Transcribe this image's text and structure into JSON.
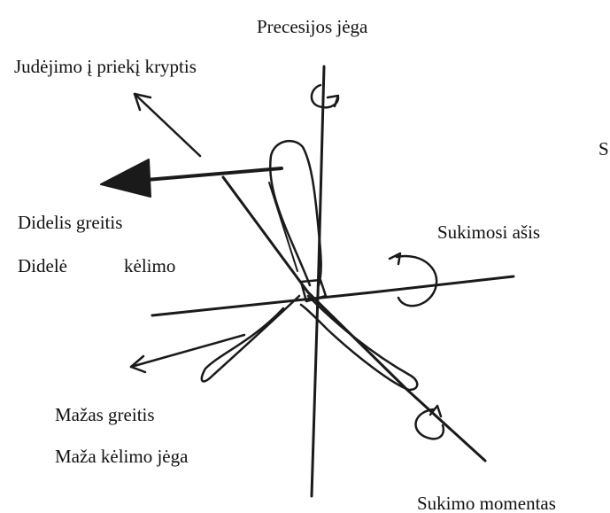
{
  "labels": {
    "precession_force": "Precesijos jėga",
    "forward_direction": "Judėjimo į priekį kryptis",
    "edge_fragment": "S",
    "high_speed": "Didelis greitis",
    "high_lift": "Didelė",
    "high_lift_tail": "kėlimo",
    "rotation_axis": "Sukimosi ašis",
    "low_speed": "Mažas greitis",
    "low_lift": "Maža kėlimo jėga",
    "torque": "Sukimo momentas"
  },
  "colors": {
    "ink": "#1a1a1a",
    "background": "#ffffff"
  }
}
